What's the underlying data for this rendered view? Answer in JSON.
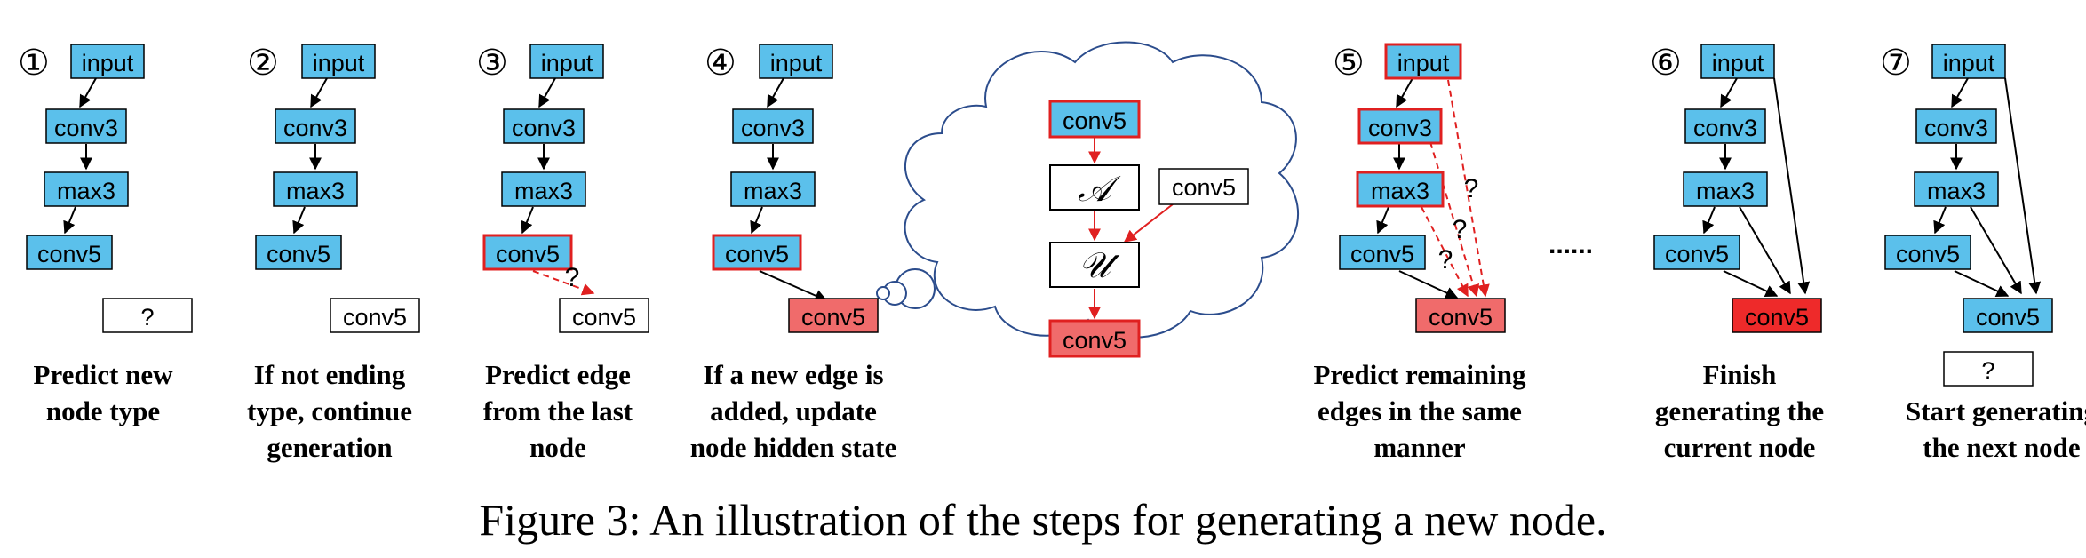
{
  "figure": {
    "caption": "Figure 3: An illustration of the steps for generating a new node."
  },
  "labels": {
    "input": "input",
    "conv3": "conv3",
    "max3": "max3",
    "conv5": "conv5",
    "question": "?",
    "dots": "......",
    "agg": "𝒜",
    "upd": "𝒰"
  },
  "steps": [
    {
      "number": "①",
      "desc": [
        "Predict new",
        "node type"
      ]
    },
    {
      "number": "②",
      "desc": [
        "If not ending",
        "type, continue",
        "generation"
      ]
    },
    {
      "number": "③",
      "desc": [
        "Predict edge",
        "from the last",
        "node"
      ]
    },
    {
      "number": "④",
      "desc": [
        "If a new edge is",
        "added, update",
        "node hidden state"
      ]
    },
    {
      "number": "⑤",
      "desc": [
        "Predict remaining",
        "edges in the same",
        "manner"
      ]
    },
    {
      "number": "⑥",
      "desc": [
        "Finish",
        "generating the",
        "current node"
      ]
    },
    {
      "number": "⑦",
      "desc": [
        "Start generating",
        "the next node"
      ]
    }
  ],
  "colors": {
    "node_blue": "#5BC0EB",
    "node_red_light": "#F06B6B",
    "node_red_strong": "#EE2A2A",
    "highlight": "#E02020",
    "cloud": "#2B4C8C"
  }
}
